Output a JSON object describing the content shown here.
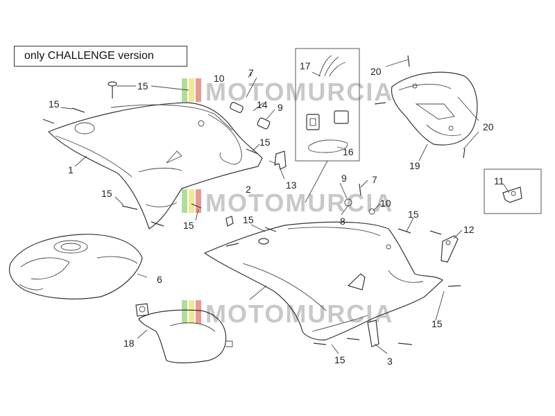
{
  "header": {
    "version_note": "only CHALLENGE version"
  },
  "watermark": {
    "text": "MOTOMURCIA"
  },
  "callouts": [
    {
      "id": "c1",
      "label": "1"
    },
    {
      "id": "c2",
      "label": "2"
    },
    {
      "id": "c3",
      "label": "3"
    },
    {
      "id": "c6",
      "label": "6"
    },
    {
      "id": "c7a",
      "label": "7"
    },
    {
      "id": "c7b",
      "label": "7"
    },
    {
      "id": "c8",
      "label": "8"
    },
    {
      "id": "c9a",
      "label": "9"
    },
    {
      "id": "c9b",
      "label": "9"
    },
    {
      "id": "c10a",
      "label": "10"
    },
    {
      "id": "c10b",
      "label": "10"
    },
    {
      "id": "c11",
      "label": "11"
    },
    {
      "id": "c12",
      "label": "12"
    },
    {
      "id": "c13",
      "label": "13"
    },
    {
      "id": "c14",
      "label": "14"
    },
    {
      "id": "c15a",
      "label": "15"
    },
    {
      "id": "c15b",
      "label": "15"
    },
    {
      "id": "c15c",
      "label": "15"
    },
    {
      "id": "c15d",
      "label": "15"
    },
    {
      "id": "c15e",
      "label": "15"
    },
    {
      "id": "c15f",
      "label": "15"
    },
    {
      "id": "c15g",
      "label": "15"
    },
    {
      "id": "c15h",
      "label": "15"
    },
    {
      "id": "c15i",
      "label": "15"
    },
    {
      "id": "c16",
      "label": "16"
    },
    {
      "id": "c17",
      "label": "17"
    },
    {
      "id": "c18",
      "label": "18"
    },
    {
      "id": "c19",
      "label": "19"
    },
    {
      "id": "c20a",
      "label": "20"
    },
    {
      "id": "c20b",
      "label": "20"
    }
  ],
  "colors": {
    "line": "#333333",
    "watermark": "#c8c8c8",
    "stripe_green": "#6fbf4a",
    "stripe_yellow": "#e8d33a",
    "stripe_red": "#d9433a"
  }
}
